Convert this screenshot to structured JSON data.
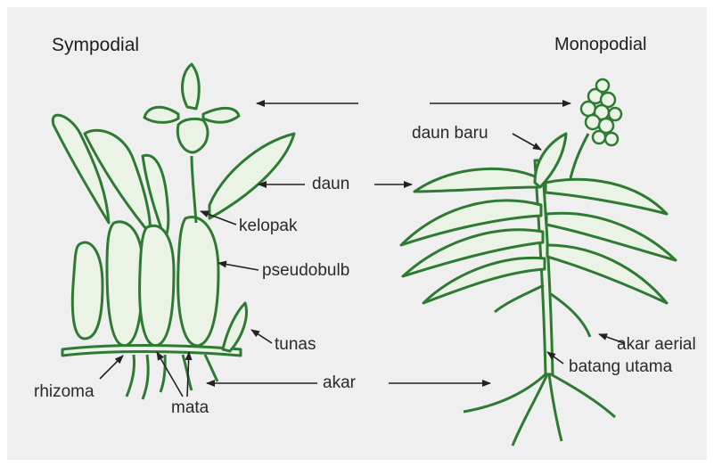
{
  "titles": {
    "left": "Sympodial",
    "right": "Monopodial"
  },
  "labels": {
    "daun_baru": "daun baru",
    "daun": "daun",
    "kelopak": "kelopak",
    "pseudobulb": "pseudobulb",
    "tunas": "tunas",
    "akar": "akar",
    "rhizoma": "rhizoma",
    "mata": "mata",
    "akar_aerial": "akar aerial",
    "batang_utama": "batang utama"
  },
  "colors": {
    "plant_stroke": "#2f7a33",
    "plant_fill": "#eaf3e6",
    "arrow": "#222222",
    "panel": "#efefef"
  }
}
